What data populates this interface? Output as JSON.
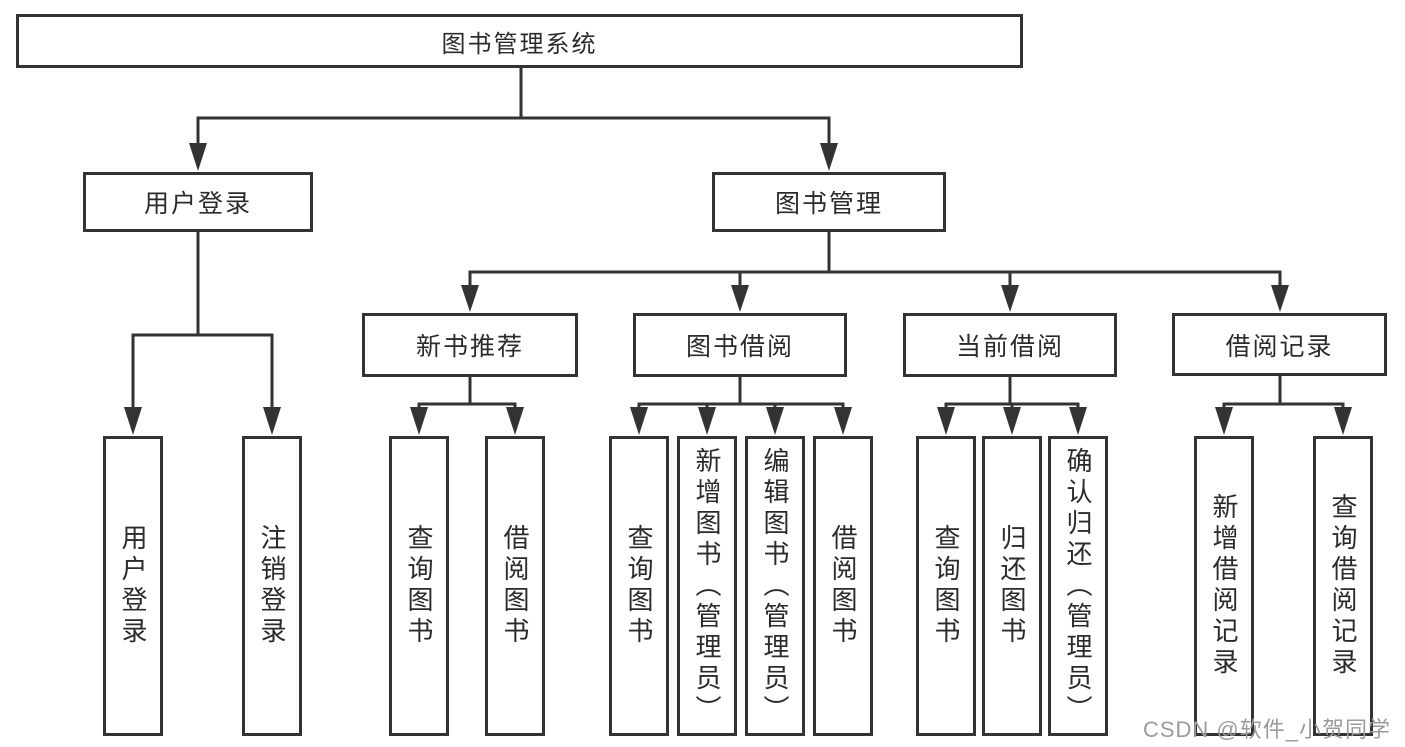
{
  "nodes": {
    "root": "图书管理系统",
    "user_login": "用户登录",
    "book_mgmt": "图书管理",
    "new_book_rec": "新书推荐",
    "book_borrow": "图书借阅",
    "current_borrow": "当前借阅",
    "borrow_records": "借阅记录",
    "leaf_user_login": "用户登录",
    "leaf_logout": "注销登录",
    "rec_query_books": "查询图书",
    "rec_borrow_books": "借阅图书",
    "bb_query_books": "查询图书",
    "bb_add_books_admin": "新增图书（管理员）",
    "bb_edit_books_admin": "编辑图书（管理员）",
    "bb_borrow_books": "借阅图书",
    "cb_query_books": "查询图书",
    "cb_return_books": "归还图书",
    "cb_confirm_return_admin": "确认归还（管理员）",
    "br_add_record": "新增借阅记录",
    "br_query_record": "查询借阅记录"
  },
  "watermark": "CSDN @软件_小贺同学",
  "colors": {
    "bg": "#ffffff",
    "boxbg": "#ffffff",
    "border": "#333333",
    "line": "#333333",
    "text": "#2b2b2b",
    "watermark": "#9b9b9b"
  }
}
